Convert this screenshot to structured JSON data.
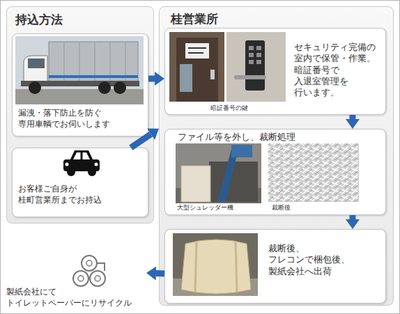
{
  "diagram": {
    "nodes": [
      {
        "text": [
          "持込方法"
        ]
      },
      {
        "text": [
          "漏洩・落下防止を防ぐ 専用車輌でお伺いします"
        ],
        "in": 0
      },
      {
        "text": [
          "お客様ご自身が 桂町営業所までお持込"
        ],
        "in": 0
      },
      {
        "text": [
          "桂営業所"
        ]
      },
      {
        "text": [
          "セキュリティ完備の 室内で保管・作業。 暗証番号で 入退室管理を 行います。",
          "暗証番号の鍵"
        ],
        "in": 3
      },
      {
        "text": [
          "ファイル等を外し、裁断処理",
          "大型シュレッダー機",
          "裁断後"
        ],
        "in": 3
      },
      {
        "text": [
          "裁断後、 フレコンで梱包後、 製紙会社へ出荷"
        ],
        "in": 3
      },
      {
        "text": [
          "製紙会社にて トイレットペーパーにリサイクル"
        ]
      }
    ],
    "edges": [
      {
        "from": 1,
        "to": 4,
        "arrow": "to"
      },
      {
        "from": 2,
        "to": 3,
        "arrow": "to"
      },
      {
        "from": 4,
        "to": 5,
        "arrow": "to"
      },
      {
        "from": 5,
        "to": 6,
        "arrow": "to"
      },
      {
        "from": 6,
        "to": 7,
        "arrow": "to"
      }
    ]
  }
}
